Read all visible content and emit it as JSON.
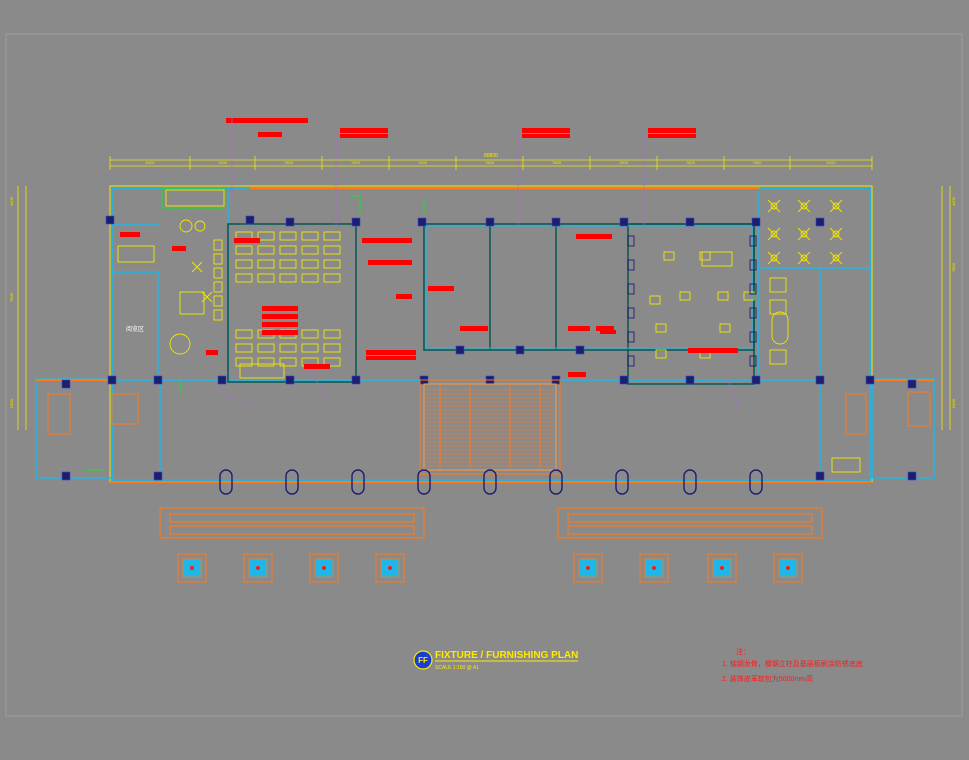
{
  "drawing": {
    "title": "FIXTURE / FURNISHING PLAN",
    "scale_text": "SCALE 1:150 @ A1",
    "badge": "FF",
    "room_label": "阅览区",
    "note_header": "注：",
    "notes": [
      "1. 轴钢龙骨，檀钢立柱及基层板刷涂防锈底底",
      "2. 装饰皮革软包为5000mm高"
    ],
    "top_dimension_total": "88800",
    "top_dimensions": [
      "5400",
      "7800",
      "7800",
      "7800",
      "7800",
      "7800",
      "7800",
      "7800",
      "7800",
      "7800",
      "5400"
    ],
    "left_dimensions": [
      "4100",
      "7800",
      "5400"
    ],
    "right_dimensions": [
      "4100",
      "7800",
      "5400"
    ]
  },
  "colors": {
    "background": "#8a8a8a",
    "wall_cyan": "#1fb6e8",
    "furniture_yellow": "#f2e600",
    "column_navy": "#1c1f6e",
    "stair_orange": "#ff7a1a",
    "glass_teal": "#0f5a52",
    "callout_red": "#ff0000",
    "leader_purple": "#b06ad1",
    "title_yellow": "#ffea00",
    "badge_blue": "#1a3fd0"
  },
  "icons": {
    "north_mark": "circle-badge-icon",
    "column": "square-column-icon"
  }
}
